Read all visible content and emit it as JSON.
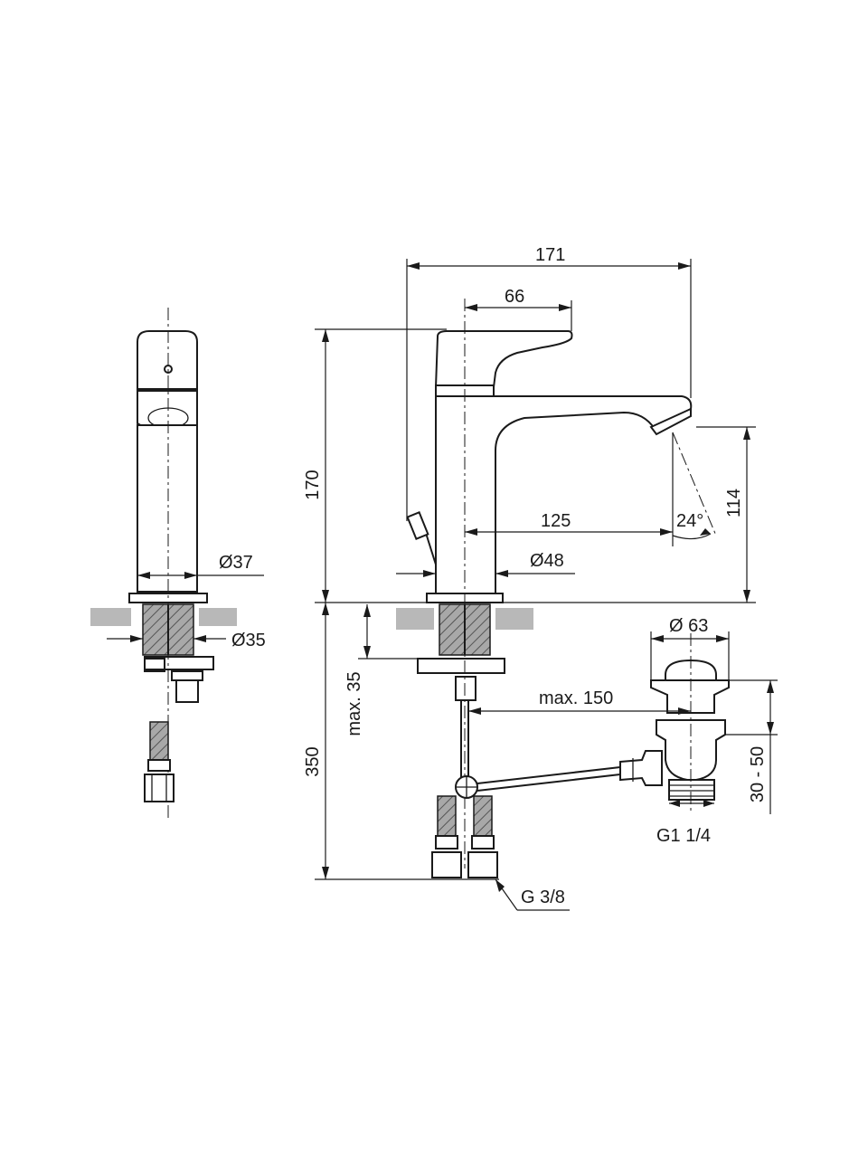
{
  "dimensions": {
    "total_depth": "171",
    "lever_offset": "66",
    "height": "170",
    "spout_reach": "125",
    "spout_angle": "24°",
    "spout_clearance": "114",
    "body_diameter_side": "Ø37",
    "hole_diameter": "Ø35",
    "base_diameter": "Ø48",
    "plug_diameter": "Ø 63",
    "max_deck": "max. 35",
    "max_rod": "max. 150",
    "waste_range": "30 - 50",
    "waste_thread": "G1 1/4",
    "hose_length": "350",
    "hose_thread": "G 3/8"
  }
}
